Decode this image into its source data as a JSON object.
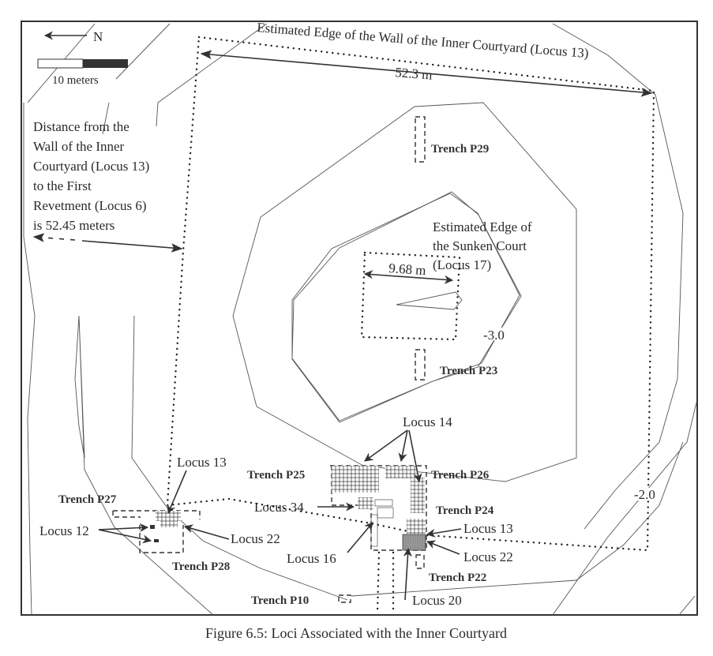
{
  "figure": {
    "caption": "Figure 6.5: Loci Associated with the Inner Courtyard",
    "north_label": "N",
    "scale_label": "10 meters",
    "distance_note": [
      "Distance from the",
      "Wall of the Inner",
      "Courtyard (Locus 13)",
      "to the First",
      "Revetment (Locus 6)",
      "is 52.45 meters"
    ],
    "wall_label": "Estimated Edge of the Wall of the Inner Courtyard (Locus 13)",
    "wall_width": "52.3 m",
    "sunken_court_label": [
      "Estimated Edge of",
      "the Sunken Court",
      "(Locus 17)"
    ],
    "sunken_court_width": "9.68 m",
    "contours": [
      "-3.0",
      "-2.0"
    ],
    "trenches": {
      "p29": "Trench P29",
      "p23": "Trench P23",
      "p25": "Trench P25",
      "p26": "Trench P26",
      "p24": "Trench P24",
      "p22": "Trench P22",
      "p10": "Trench P10",
      "p27": "Trench P27",
      "p28": "Trench P28"
    },
    "loci": {
      "l14": "Locus 14",
      "l34": "Locus 34",
      "l16": "Locus 16",
      "l13_east": "Locus 13",
      "l22_east": "Locus 22",
      "l20": "Locus 20",
      "l13_west": "Locus 13",
      "l12": "Locus 12",
      "l22_west": "Locus 22"
    },
    "colors": {
      "ink": "#2a2a2a",
      "fill_locus22": "#9a9a9a"
    }
  }
}
